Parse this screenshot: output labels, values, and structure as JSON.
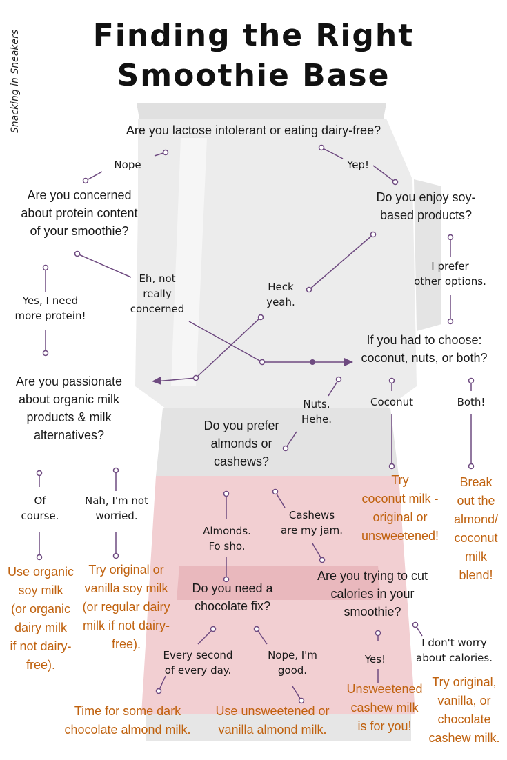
{
  "title_line1": "Finding the Right",
  "title_line2": "Smoothie Base",
  "credit": "Snacking in Sneakers",
  "colors": {
    "text": "#1a1a1a",
    "result": "#c0620f",
    "connector": "#6e4a80",
    "blender_glass": "#e8e8e8",
    "blender_base": "#efc0c4"
  },
  "questions": {
    "q1": "Are you lactose intolerant or eating dairy-free?",
    "q2": [
      "Are you concerned",
      "about protein content",
      "of your smoothie?"
    ],
    "q3": [
      "Do you enjoy soy-",
      "based products?"
    ],
    "q4": [
      "If you had to choose:",
      "coconut, nuts, or both?"
    ],
    "q5": [
      "Are you passionate",
      "about organic milk",
      "products & milk",
      "alternatives?"
    ],
    "q6": [
      "Do you prefer",
      "almonds or",
      "cashews?"
    ],
    "q7": [
      "Do you need a",
      "chocolate fix?"
    ],
    "q8": [
      "Are you trying to cut",
      "calories in your",
      "smoothie?"
    ]
  },
  "answers": {
    "nope": "Nope",
    "yep": "Yep!",
    "yes_protein": [
      "Yes, I need",
      "more protein!"
    ],
    "eh_not_really": [
      "Eh, not",
      "really",
      "concerned"
    ],
    "heck_yeah": [
      "Heck",
      "yeah."
    ],
    "prefer_other": [
      "I prefer",
      "other options."
    ],
    "coconut": "Coconut",
    "both": "Both!",
    "nuts": [
      "Nuts.",
      "Hehe."
    ],
    "of_course": [
      "Of",
      "course."
    ],
    "nah_not_worried": [
      "Nah, I'm not",
      "worried."
    ],
    "almonds": [
      "Almonds.",
      "Fo sho."
    ],
    "cashews": [
      "Cashews",
      "are my jam."
    ],
    "every_second": [
      "Every second",
      "of every day."
    ],
    "nope_good": [
      "Nope, I'm",
      "good."
    ],
    "yes": "Yes!",
    "dont_worry": [
      "I don't worry",
      "about calories."
    ]
  },
  "results": {
    "coconut_milk": [
      "Try",
      "coconut milk -",
      "original or",
      "unsweetened!"
    ],
    "almond_coconut": [
      "Break",
      "out the",
      "almond/",
      "coconut",
      "milk",
      "blend!"
    ],
    "organic_soy": [
      "Use organic",
      "soy milk",
      "(or organic",
      "dairy milk",
      "if not dairy-",
      "free)."
    ],
    "vanilla_soy": [
      "Try original or",
      "vanilla soy milk",
      "(or regular dairy",
      "milk if not dairy-",
      "free)."
    ],
    "dark_chocolate": [
      "Time for some dark",
      "chocolate almond milk."
    ],
    "unsweetened_almond": [
      "Use unsweetened or",
      "vanilla almond milk."
    ],
    "unsweetened_cashew": [
      "Unsweetened",
      "cashew milk",
      "is for you!"
    ],
    "chocolate_cashew": [
      "Try original,",
      "vanilla, or",
      "chocolate",
      "cashew milk."
    ]
  }
}
